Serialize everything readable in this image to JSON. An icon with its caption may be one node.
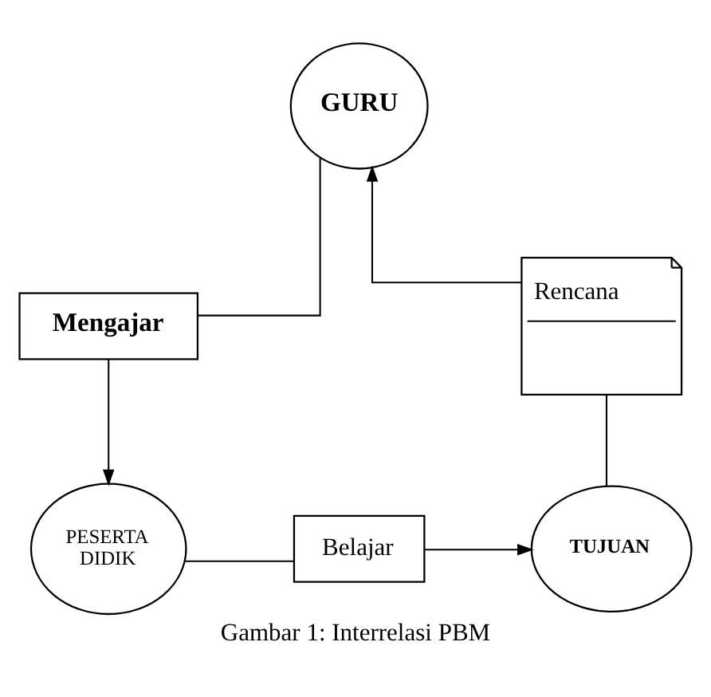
{
  "diagram": {
    "caption": "Gambar 1: Interrelasi PBM",
    "nodes": [
      {
        "text": [
          "GURU"
        ]
      },
      {
        "text": [
          "Mengajar"
        ]
      },
      {
        "text": [
          "PESERTA DIDIK"
        ]
      },
      {
        "text": [
          "Belajar"
        ]
      },
      {
        "text": [
          "TUJUAN"
        ]
      },
      {
        "text": [
          "Rencana"
        ]
      }
    ],
    "edges": [
      {
        "from": 0,
        "to": 1,
        "arrow": "none"
      },
      {
        "from": 1,
        "to": 2,
        "arrow": "to"
      },
      {
        "from": 2,
        "to": 3,
        "arrow": "none"
      },
      {
        "from": 3,
        "to": 4,
        "arrow": "to"
      },
      {
        "from": 4,
        "to": 5,
        "arrow": "none"
      },
      {
        "from": 5,
        "to": 0,
        "arrow": "to"
      }
    ]
  }
}
